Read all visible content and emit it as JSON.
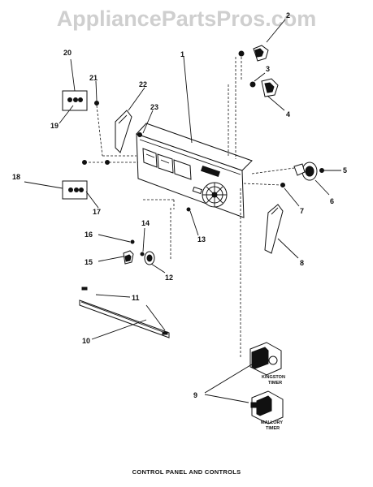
{
  "watermark": "AppliancePartsPros.com",
  "caption": "CONTROL PANEL AND CONTROLS",
  "callouts": {
    "c1": "1",
    "c2": "2",
    "c3": "3",
    "c4": "4",
    "c5": "5",
    "c6": "6",
    "c7": "7",
    "c8": "8",
    "c9": "9",
    "c10": "10",
    "c11": "11",
    "c12": "12",
    "c13": "13",
    "c14": "14",
    "c15": "15",
    "c16": "16",
    "c17": "17",
    "c18": "18",
    "c19": "19",
    "c20": "20",
    "c21": "21",
    "c22": "22",
    "c23": "23"
  },
  "labels": {
    "kingston_line1": "KINGSTON",
    "kingston_line2": "TIMER",
    "mallory_line1": "MALLORY",
    "mallory_line2": "TIMER"
  }
}
